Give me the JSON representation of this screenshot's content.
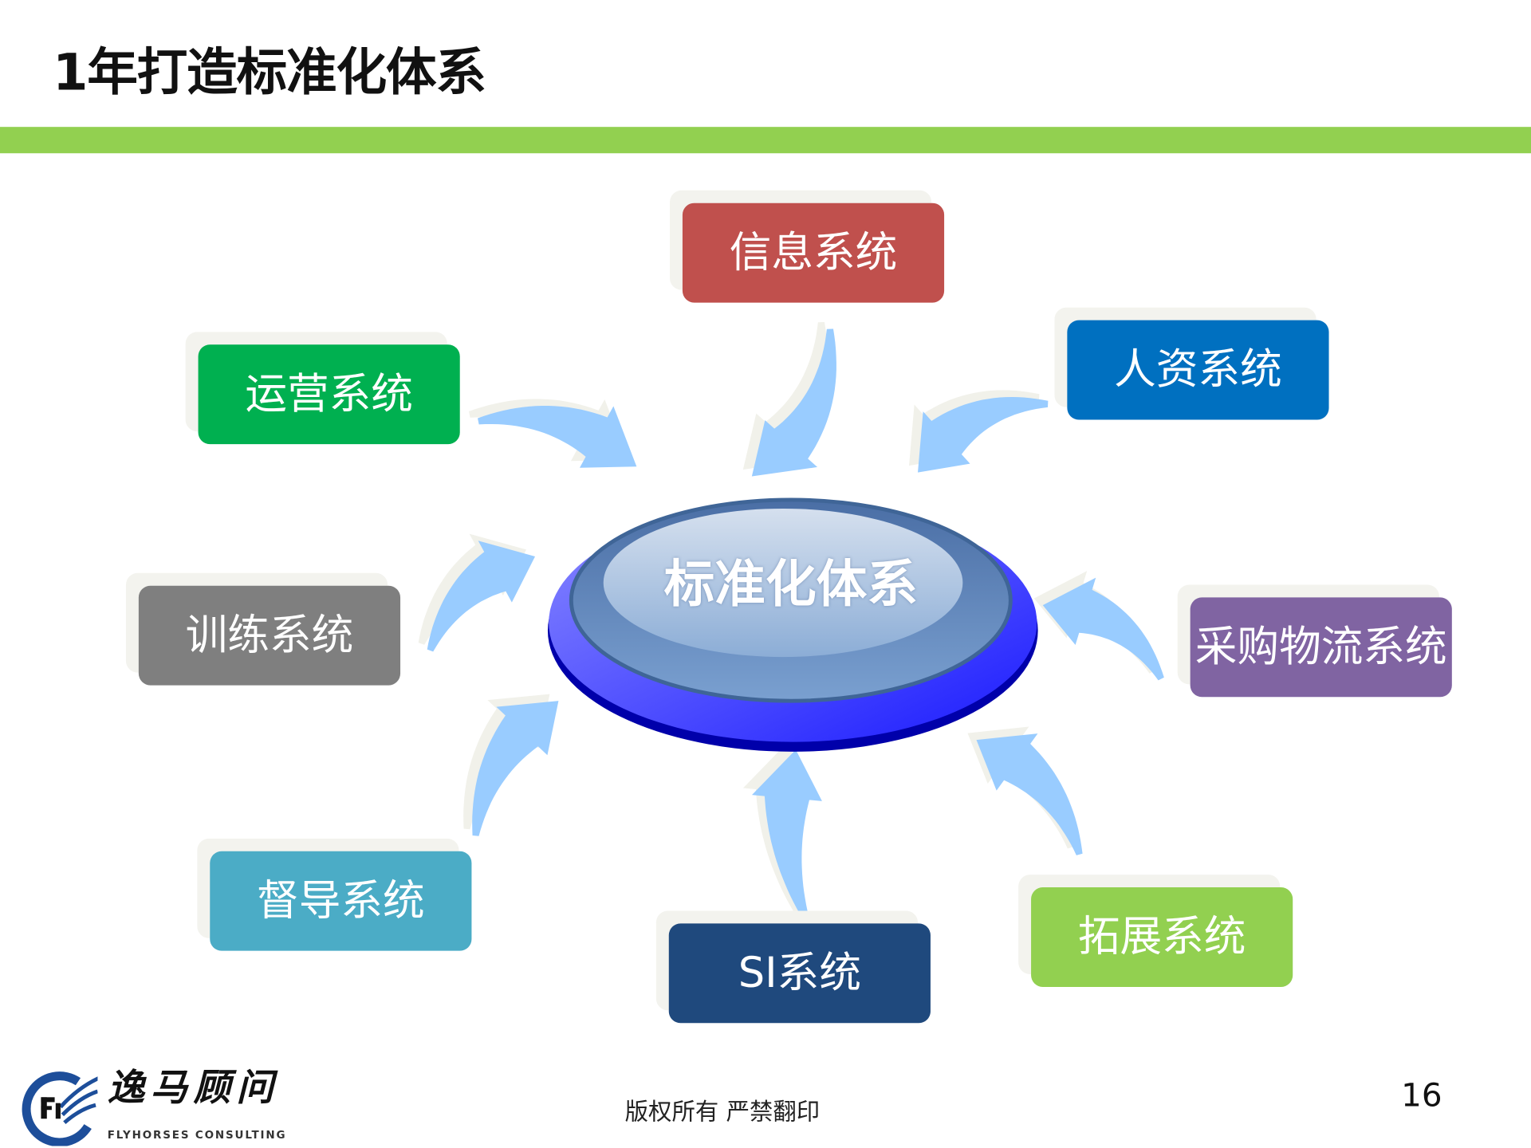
{
  "title": "1年打造标准化体系",
  "center": "标准化体系",
  "systems": [
    {
      "label": "信息系统",
      "color": "#C0504D"
    },
    {
      "label": "人资系统",
      "color": "#0070C0"
    },
    {
      "label": "运营系统",
      "color": "#00B050"
    },
    {
      "label": "训练系统",
      "color": "#7F7F7F"
    },
    {
      "label": "采购物流系统",
      "color": "#8064A2"
    },
    {
      "label": "督导系统",
      "color": "#4BACC6"
    },
    {
      "label": "SI系统",
      "color": "#1F497D"
    },
    {
      "label": "拓展系统",
      "color": "#92D050"
    }
  ],
  "arrow_color": "#99CCFF",
  "footer": "版权所有  严禁翻印",
  "page_number": "16",
  "logo": {
    "cn": "逸马顾问",
    "en": "FLYHORSES CONSULTING"
  }
}
